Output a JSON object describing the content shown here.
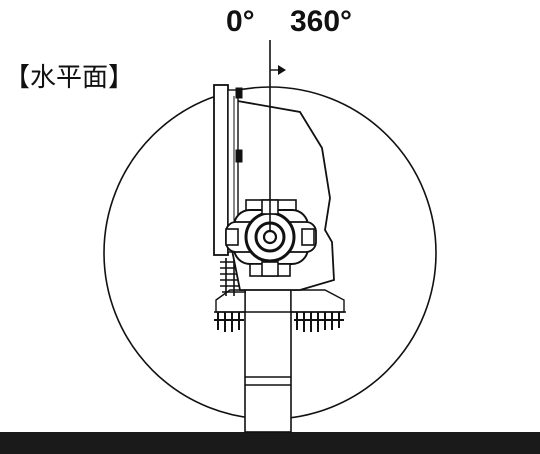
{
  "diagram": {
    "angle_start_label": "0°",
    "angle_end_label": "360°",
    "plane_label": "【水平面】"
  }
}
